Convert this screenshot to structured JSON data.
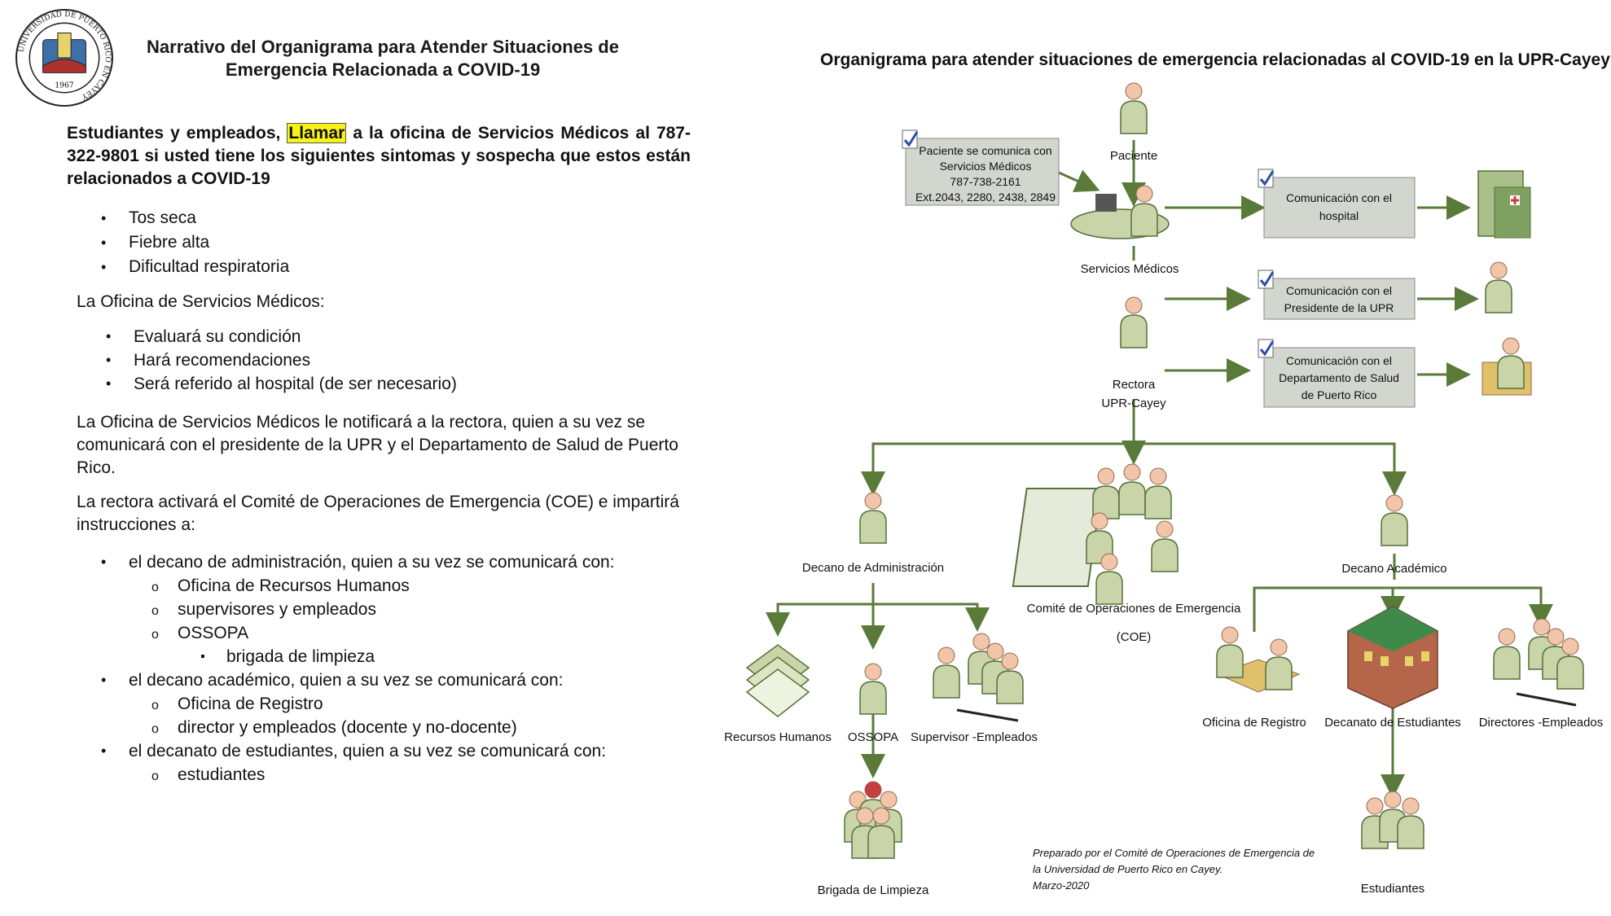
{
  "narrative": {
    "title_line1": "Narrativo del Organigrama para Atender Situaciones de",
    "title_line2": "Emergencia Relacionada a COVID-19",
    "intro_pre": "Estudiantes y empleados, ",
    "intro_highlight": "Llamar",
    "intro_post": " a la oficina de Servicios Médicos al 787-322-9801 si usted tiene los siguientes sintomas y sospecha que estos están relacionados a COVID-19",
    "symptoms": [
      "Tos seca",
      "Fiebre alta",
      "Dificultad respiratoria"
    ],
    "medical_heading": "La Oficina de Servicios Médicos:",
    "medical_items": [
      "Evaluará su condición",
      "Hará recomendaciones",
      "Será referido al hospital (de ser necesario)"
    ],
    "para1": "La Oficina de Servicios Médicos le notificará a la rectora, quien a su vez se comunicará con el presidente de la UPR y el Departamento de Salud de Puerto Rico.",
    "para2": "La rectora activará el Comité de Operaciones de Emergencia (COE) e impartirá instrucciones a:",
    "list": {
      "admin": "el decano de administración, quien a su vez se comunicará con:",
      "admin_sub": [
        "Oficina de Recursos Humanos",
        "supervisores y empleados",
        "OSSOPA"
      ],
      "ossopa_sub": "brigada de limpieza",
      "academic": "el decano académico, quien a su vez se comunicará con:",
      "academic_sub": [
        "Oficina de Registro",
        "director y empleados (docente y no-docente)"
      ],
      "students": "el decanato de estudiantes, quien a su vez se comunicará con:",
      "students_sub": "estudiantes"
    },
    "seal_text": "UNIVERSIDAD DE PUERTO RICO EN CAYEY",
    "seal_year": "1967"
  },
  "diagram": {
    "title": "Organigrama para atender situaciones de emergencia relacionadas al  COVID-19 en la UPR-Cayey",
    "paciente": "Paciente",
    "servicios": "Servicios Médicos",
    "rectora_1": "Rectora",
    "rectora_2": "UPR-Cayey",
    "call_box": [
      "Paciente se comunica con",
      "Servicios Médicos",
      "787-738-2161",
      "Ext.2043, 2280, 2438, 2849"
    ],
    "box_hospital": [
      "Comunicación con el",
      "hospital"
    ],
    "box_presidente": [
      "Comunicación con el",
      "Presidente de la UPR"
    ],
    "box_salud": [
      "Comunicación con el",
      "Departamento de Salud",
      "de Puerto Rico"
    ],
    "decano_admin": "Decano de Administración",
    "coe_1": "Comité de Operaciones de Emergencia",
    "coe_2": "(COE)",
    "decano_acad": "Decano Académico",
    "rrhh": "Recursos Humanos",
    "ossopa": "OSSOPA",
    "supervisor": "Supervisor -Empleados",
    "registro": "Oficina de Registro",
    "decanato": "Decanato de Estudiantes",
    "directores": "Directores -Empleados",
    "brigada": "Brigada de Limpieza",
    "estudiantes": "Estudiantes",
    "footer": [
      "Preparado por el Comité de Operaciones de Emergencia de",
      "la Universidad de Puerto Rico en Cayey.",
      "Marzo-2020"
    ],
    "colors": {
      "arrow": "#5a7a3a",
      "box_fill": "#d3d6cf",
      "person": "#c9d4a8",
      "head": "#f2c4a8",
      "brigada": "#c44040"
    }
  }
}
